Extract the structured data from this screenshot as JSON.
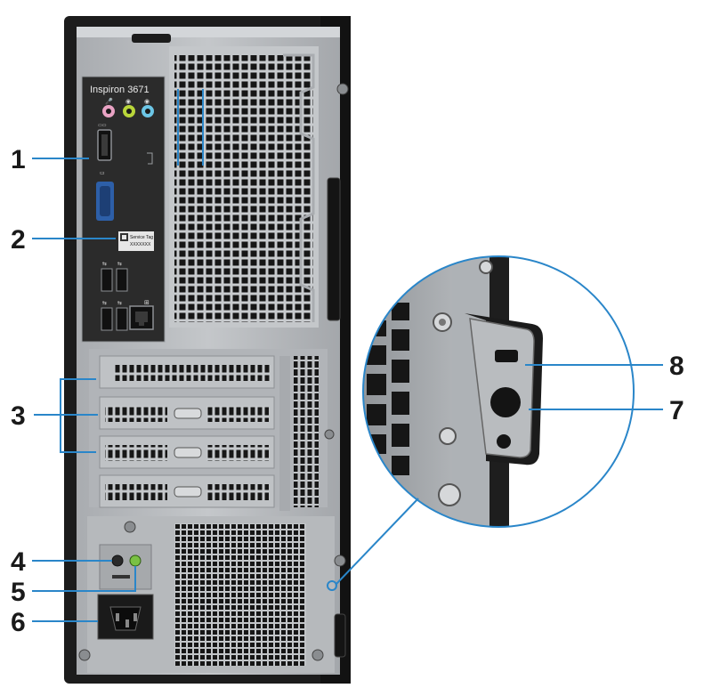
{
  "model_label": "Inspiron 3671",
  "service_tag": {
    "line1": "Service Tag",
    "line2": "XXXXXXX"
  },
  "callouts": [
    {
      "number": "1"
    },
    {
      "number": "2"
    },
    {
      "number": "3"
    },
    {
      "number": "4"
    },
    {
      "number": "5"
    },
    {
      "number": "6"
    },
    {
      "number": "7"
    },
    {
      "number": "8"
    }
  ],
  "colors": {
    "leader_line": "#2a86c9",
    "chassis": "#1c1c1c",
    "panel": "#b9bcbf",
    "io_plate": "#2b2b2b",
    "mic_jack": "#e9a3c4",
    "line_out_jack": "#b9d63a",
    "line_in_jack": "#6cc6e6",
    "vga_port": "#2d5fa8",
    "power_led": "#7ac143",
    "accent_blue": "#2a86c9"
  }
}
